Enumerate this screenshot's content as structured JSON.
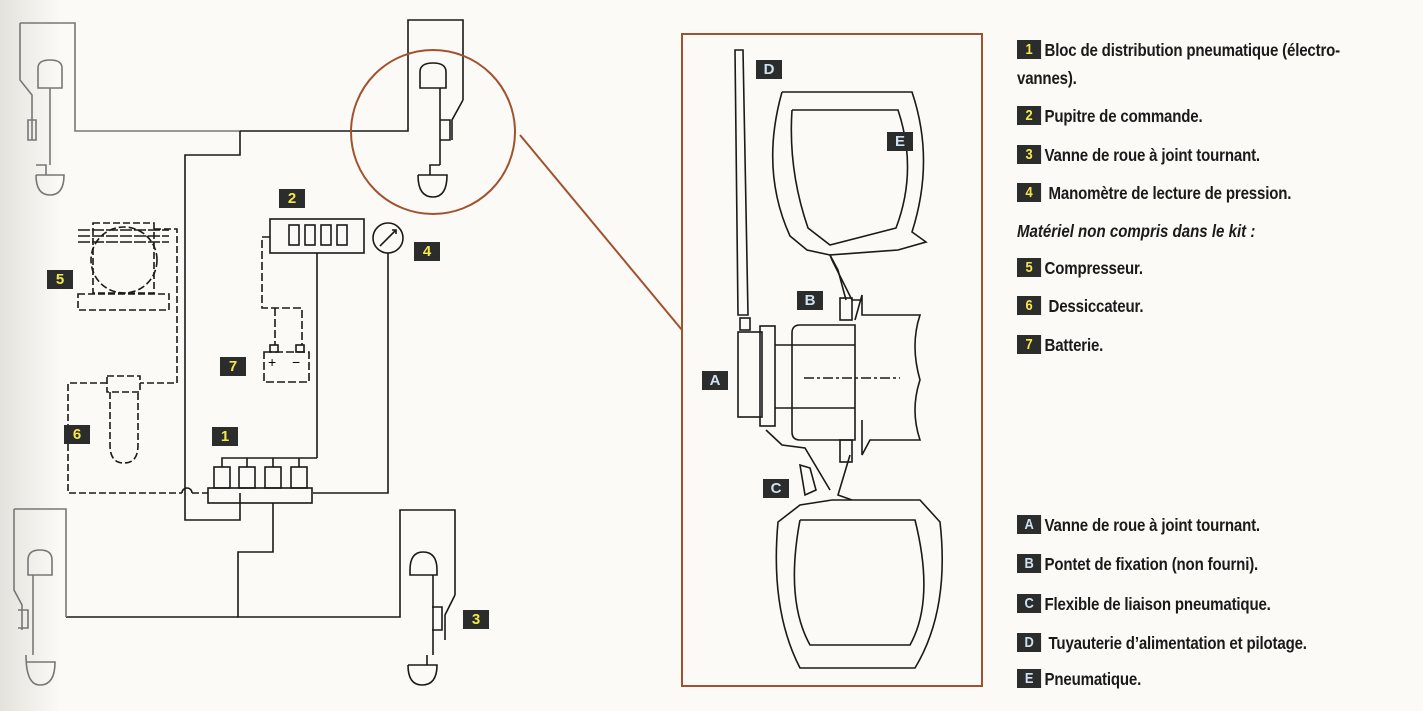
{
  "diagram": {
    "callout_color": "#a0522d",
    "badge_color": "#2b2c2c",
    "number_color": "#f5e84a",
    "letter_color": "#cfe0ee",
    "schematic_labels": {
      "n1": "1",
      "n2": "2",
      "n3": "3",
      "n4": "4",
      "n5": "5",
      "n6": "6",
      "n7": "7",
      "battery_plus": "+",
      "battery_minus": "−"
    },
    "detail_labels": {
      "A": "A",
      "B": "B",
      "C": "C",
      "D": "D",
      "E": "E"
    }
  },
  "legend": {
    "kit_items": [
      {
        "id": "1",
        "text": "Bloc de distribution pneumatique (électro-"
      },
      {
        "id": "",
        "text": "vannes)."
      },
      {
        "id": "2",
        "text": "Pupitre de commande."
      },
      {
        "id": "3",
        "text": "Vanne de roue à joint tournant."
      },
      {
        "id": "4",
        "text": " Manomètre de lecture de pression."
      }
    ],
    "not_included_title": "Matériel non compris dans le kit :",
    "extra_items": [
      {
        "id": "5",
        "text": "Compresseur."
      },
      {
        "id": "6",
        "text": " Dessiccateur."
      },
      {
        "id": "7",
        "text": "Batterie."
      }
    ],
    "detail_items": [
      {
        "id": "A",
        "text": "Vanne de roue à joint tournant."
      },
      {
        "id": "B",
        "text": "Pontet de fixation (non fourni)."
      },
      {
        "id": "C",
        "text": "Flexible de liaison pneumatique."
      },
      {
        "id": "D",
        "text": " Tuyauterie d’alimentation et pilotage."
      },
      {
        "id": "E",
        "text": "Pneumatique."
      }
    ]
  }
}
